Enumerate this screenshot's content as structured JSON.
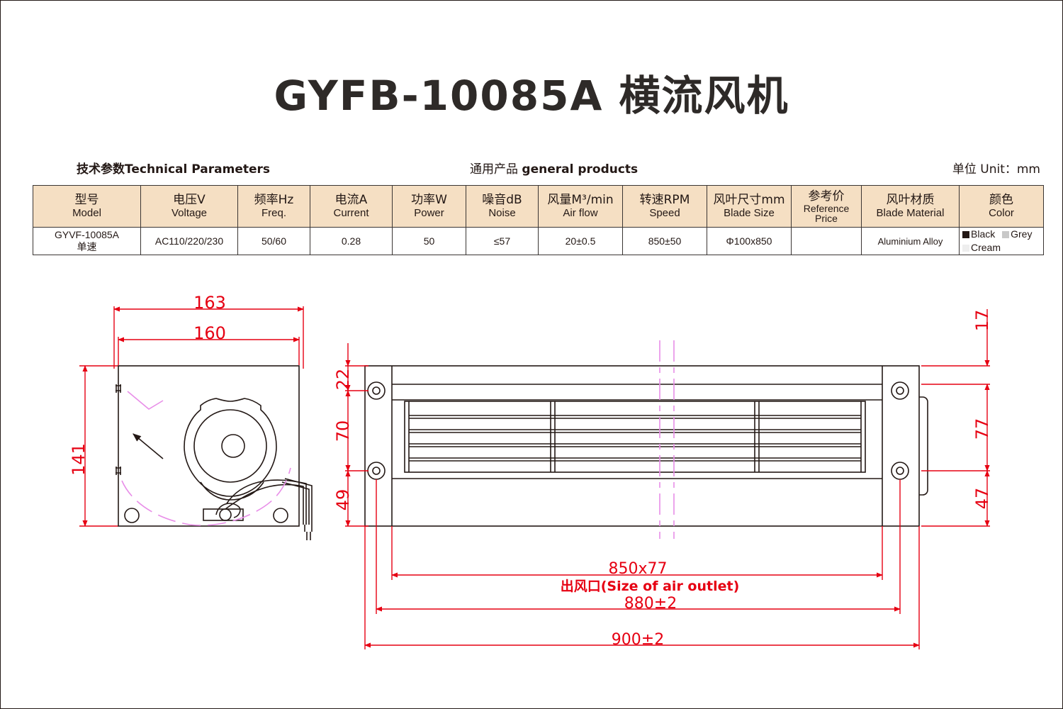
{
  "title": "GYFB-10085A 横流风机",
  "subheader": {
    "left": "技术参数Technical Parameters",
    "middle_cn": "通用产品",
    "middle_en": "general products",
    "right": "单位 Unit：mm"
  },
  "table": {
    "headers": [
      {
        "cn": "型号",
        "en": "Model"
      },
      {
        "cn": "电压V",
        "en": "Voltage"
      },
      {
        "cn": "频率Hz",
        "en": "Freq."
      },
      {
        "cn": "电流A",
        "en": "Current"
      },
      {
        "cn": "功率W",
        "en": "Power"
      },
      {
        "cn": "噪音dB",
        "en": "Noise"
      },
      {
        "cn": "风量M³/min",
        "en": "Air flow"
      },
      {
        "cn": "转速RPM",
        "en": "Speed"
      },
      {
        "cn": "风叶尺寸mm",
        "en": "Blade Size"
      },
      {
        "cn": "参考价",
        "en": "Reference",
        "en2": "Price"
      },
      {
        "cn": "风叶材质",
        "en": "Blade Material"
      },
      {
        "cn": "颜色",
        "en": "Color"
      }
    ],
    "row": {
      "model": "GYVF-10085A",
      "model_sub": "单速",
      "voltage": "AC110/220/230",
      "freq": "50/60",
      "current": "0.28",
      "power": "50",
      "noise": "≤57",
      "airflow": "20±0.5",
      "speed": "850±50",
      "blade_size": "Φ100x850",
      "price": "",
      "material": "Aluminium Alloy",
      "colors": [
        {
          "label": "Black",
          "swatch": "#231815"
        },
        {
          "label": "Grey",
          "swatch": "#c8c8c8"
        },
        {
          "label": "Cream",
          "swatch": "#eeeeee"
        }
      ]
    }
  },
  "drawing": {
    "side_view": {
      "dim_top_outer": "163",
      "dim_top_inner": "160",
      "dim_height": "141"
    },
    "front_view": {
      "dim_left_top": "22",
      "dim_left_mid": "70",
      "dim_left_bottom": "49",
      "dim_right_top": "17",
      "dim_right_mid": "77",
      "dim_right_bottom": "47",
      "outlet_dim": "850x77",
      "outlet_label": "出风口(Size of  air outlet)",
      "dim_mount": "880±2",
      "dim_total": "900±2"
    },
    "dim_color": "#e60012",
    "guide_color": "#e88ee8",
    "line_color": "#231815"
  }
}
